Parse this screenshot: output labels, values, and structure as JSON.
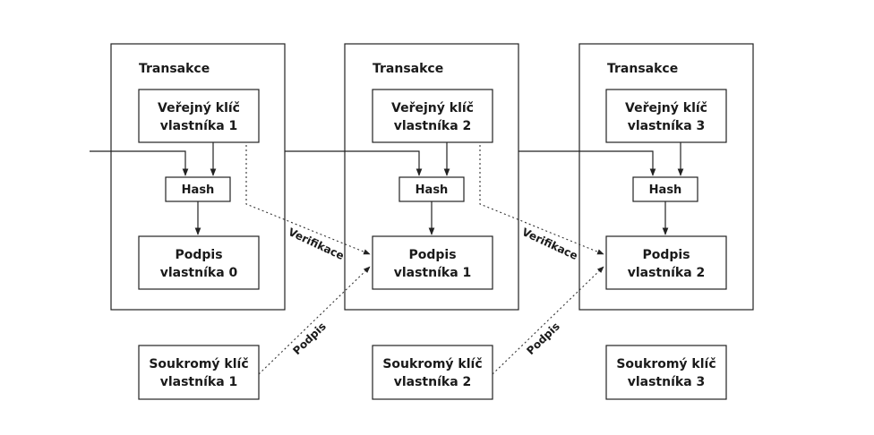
{
  "transactions": [
    {
      "title": "Transakce",
      "public_key": [
        "Veřejný klíč",
        "vlastníka 1"
      ],
      "hash": "Hash",
      "signature": [
        "Podpis",
        "vlastníka 0"
      ]
    },
    {
      "title": "Transakce",
      "public_key": [
        "Veřejný klíč",
        "vlastníka 2"
      ],
      "hash": "Hash",
      "signature": [
        "Podpis",
        "vlastníka 1"
      ]
    },
    {
      "title": "Transakce",
      "public_key": [
        "Veřejný klíč",
        "vlastníka 3"
      ],
      "hash": "Hash",
      "signature": [
        "Podpis",
        "vlastníka 2"
      ]
    }
  ],
  "private_keys": [
    [
      "Soukromý klíč",
      "vlastníka 1"
    ],
    [
      "Soukromý klíč",
      "vlastníka 2"
    ],
    [
      "Soukromý klíč",
      "vlastníka 3"
    ]
  ],
  "edge_labels": {
    "verify": "Verifikace",
    "sign": "Podpis"
  }
}
